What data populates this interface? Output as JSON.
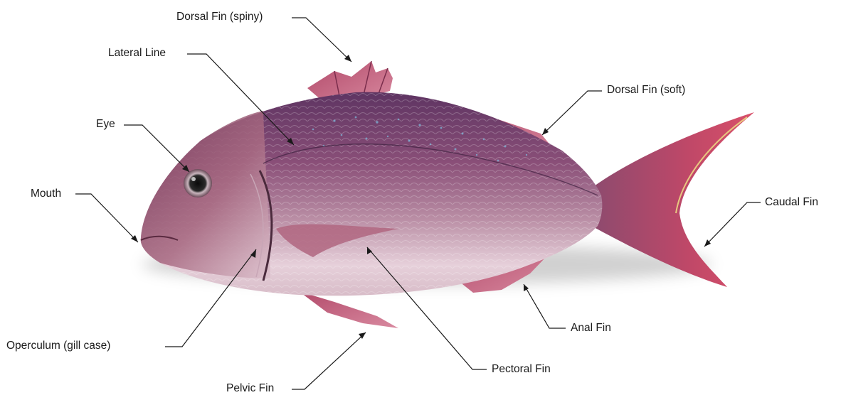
{
  "diagram": {
    "subject": "fish-illustration",
    "colors": {
      "body_top": "#6a3a6a",
      "body_mid": "#9a5a7a",
      "belly": "#e8d2dc",
      "fin": "#c4506c",
      "leader_line": "#1a1a1a"
    },
    "labels": {
      "dorsal_spiny": "Dorsal Fin (spiny)",
      "lateral_line": "Lateral Line",
      "dorsal_soft": "Dorsal Fin (soft)",
      "eye": "Eye",
      "mouth": "Mouth",
      "caudal": "Caudal Fin",
      "operculum": "Operculum (gill case)",
      "anal": "Anal Fin",
      "pectoral": "Pectoral Fin",
      "pelvic": "Pelvic Fin"
    }
  }
}
